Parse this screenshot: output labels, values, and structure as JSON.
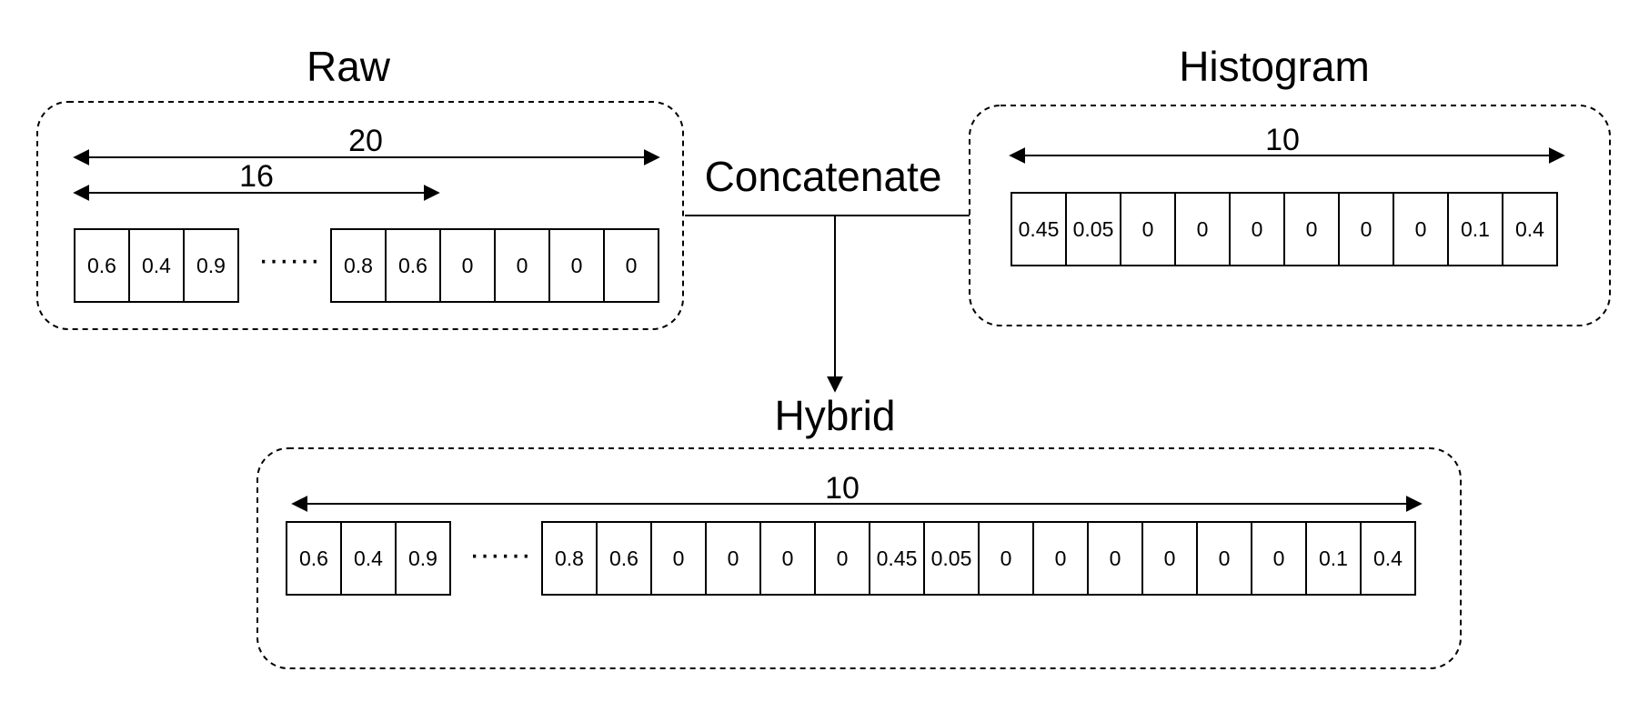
{
  "raw": {
    "title": "Raw",
    "length_outer": "20",
    "length_inner": "16",
    "left_cells": [
      "0.6",
      "0.4",
      "0.9"
    ],
    "ellipsis": "······",
    "right_cells": [
      "0.8",
      "0.6",
      "0",
      "0",
      "0",
      "0"
    ]
  },
  "histogram": {
    "title": "Histogram",
    "length": "10",
    "cells": [
      "0.45",
      "0.05",
      "0",
      "0",
      "0",
      "0",
      "0",
      "0",
      "0.1",
      "0.4"
    ]
  },
  "concatenate": {
    "label": "Concatenate"
  },
  "hybrid": {
    "title": "Hybrid",
    "length": "10",
    "left_cells": [
      "0.6",
      "0.4",
      "0.9"
    ],
    "ellipsis": "······",
    "right_cells": [
      "0.8",
      "0.6",
      "0",
      "0",
      "0",
      "0",
      "0.45",
      "0.05",
      "0",
      "0",
      "0",
      "0",
      "0",
      "0",
      "0.1",
      "0.4"
    ]
  },
  "colors": {
    "stroke": "#000000",
    "background": "#ffffff"
  }
}
